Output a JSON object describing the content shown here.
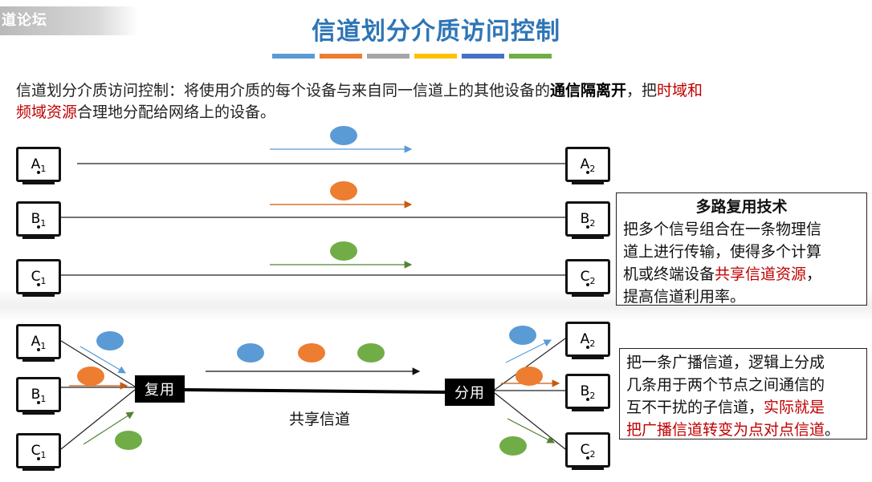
{
  "watermark": "道论坛",
  "title": "信道划分介质访问控制",
  "title_bar_colors": [
    "#5b9bd5",
    "#ed7d31",
    "#a5a5a5",
    "#ffc000",
    "#4472c4",
    "#70ad47"
  ],
  "intro": {
    "part1": "信道划分介质访问控制：将使用介质的每个设备与来自同一信道上的其他设备的",
    "bold": "通信隔离开",
    "part2": "，把",
    "red1": "时域和",
    "red2": "频域资源",
    "part3": "合理地分配给网络上的设备。"
  },
  "terminals_top": [
    {
      "letter": "A",
      "sub": "1"
    },
    {
      "letter": "A",
      "sub": "2"
    },
    {
      "letter": "B",
      "sub": "1"
    },
    {
      "letter": "B",
      "sub": "2"
    },
    {
      "letter": "C",
      "sub": "1"
    },
    {
      "letter": "C",
      "sub": "2"
    }
  ],
  "terminals_bottom": [
    {
      "letter": "A",
      "sub": "1"
    },
    {
      "letter": "B",
      "sub": "1"
    },
    {
      "letter": "C",
      "sub": "1"
    },
    {
      "letter": "A",
      "sub": "2"
    },
    {
      "letter": "B",
      "sub": "2"
    },
    {
      "letter": "C",
      "sub": "2"
    }
  ],
  "signal_colors": {
    "blue": "#5b9bd5",
    "orange": "#ed7d31",
    "green": "#70ad47"
  },
  "mux_label": "复用",
  "demux_label": "分用",
  "shared_channel_label": "共享信道",
  "multiplex_box": {
    "heading": "多路复用技术",
    "line1": "把多个信号组合在一条物理信",
    "line2": "道上进行传输，使得多个计算",
    "line3a": "机或终端设备",
    "line3red": "共享信道资源",
    "line3b": "，",
    "line4": "提高信道利用率。"
  },
  "broadcast_box": {
    "line1": "把一条广播信道，逻辑上分成",
    "line2": "几条用于两个节点之间通信的",
    "line3a": "互不干扰的子信道，",
    "line3red": "实际就是",
    "line4red": "把广播信道转变为点对点信道",
    "line4b": "。"
  }
}
